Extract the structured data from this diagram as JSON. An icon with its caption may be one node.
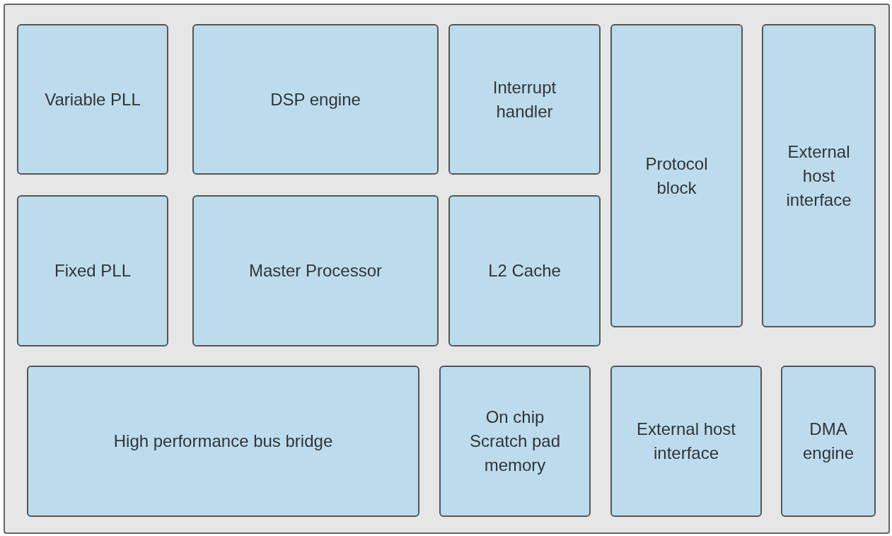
{
  "diagram": {
    "nodes": [
      {
        "text": [],
        "shape": "box"
      },
      {
        "text": [
          "Variable PLL"
        ],
        "in": 0
      },
      {
        "text": [
          "DSP engine"
        ],
        "in": 0
      },
      {
        "text": [
          "Interrupt handler"
        ],
        "in": 0
      },
      {
        "text": [
          "Protocol block"
        ],
        "in": 0
      },
      {
        "text": [
          "External host interface"
        ],
        "in": 0
      },
      {
        "text": [
          "Fixed PLL"
        ],
        "in": 0
      },
      {
        "text": [
          "Master Processor"
        ],
        "in": 0
      },
      {
        "text": [
          "L2 Cache"
        ],
        "in": 0
      },
      {
        "text": [
          "High performance bus bridge"
        ],
        "in": 0
      },
      {
        "text": [
          "On chip Scratch pad memory"
        ],
        "in": 0
      },
      {
        "text": [
          "External host interface"
        ],
        "in": 0
      },
      {
        "text": [
          "DMA engine"
        ],
        "in": 0
      }
    ]
  }
}
